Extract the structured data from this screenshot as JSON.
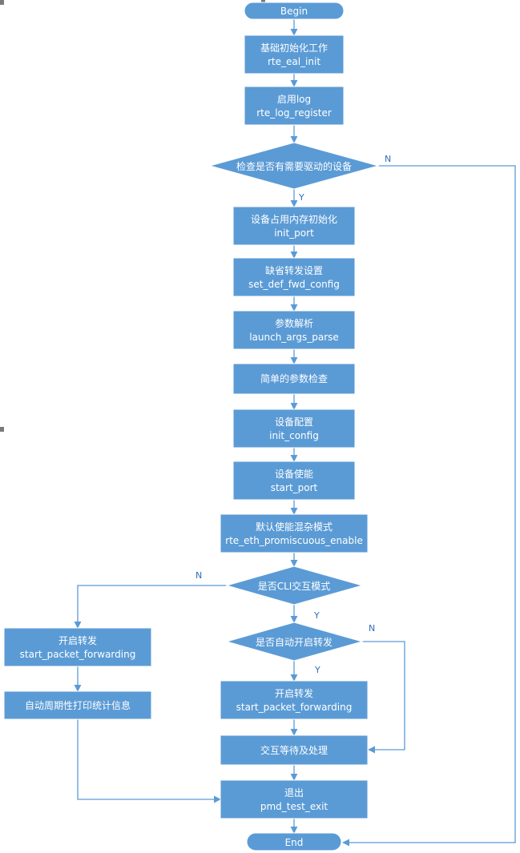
{
  "nodes": {
    "begin": {
      "lines": [
        "Begin"
      ]
    },
    "eal_init": {
      "lines": [
        "基础初始化工作",
        "rte_eal_init"
      ]
    },
    "log": {
      "lines": [
        "启用log",
        "rte_log_register"
      ]
    },
    "check_devices": {
      "lines": [
        "检查是否有需要驱动的设备"
      ]
    },
    "init_port": {
      "lines": [
        "设备占用内存初始化",
        "init_port"
      ]
    },
    "def_fwd": {
      "lines": [
        "缺省转发设置",
        "set_def_fwd_config"
      ]
    },
    "args_parse": {
      "lines": [
        "参数解析",
        "launch_args_parse"
      ]
    },
    "simple_check": {
      "lines": [
        "简单的参数检查"
      ]
    },
    "init_config": {
      "lines": [
        "设备配置",
        "init_config"
      ]
    },
    "start_port": {
      "lines": [
        "设备使能",
        "start_port"
      ]
    },
    "promisc": {
      "lines": [
        "默认使能混杂模式",
        "rte_eth_promiscuous_enable"
      ]
    },
    "cli_mode": {
      "lines": [
        "是否CLI交互模式"
      ]
    },
    "auto_start": {
      "lines": [
        "是否自动开启转发"
      ]
    },
    "left_forward": {
      "lines": [
        "开启转发",
        "start_packet_forwarding"
      ]
    },
    "auto_stats": {
      "lines": [
        "自动周期性打印统计信息"
      ]
    },
    "right_forward": {
      "lines": [
        "开启转发",
        "start_packet_forwarding"
      ]
    },
    "interactive": {
      "lines": [
        "交互等待及处理"
      ]
    },
    "exit": {
      "lines": [
        "退出",
        "pmd_test_exit"
      ]
    },
    "end": {
      "lines": [
        "End"
      ]
    }
  },
  "edge_labels": {
    "check_no": "N",
    "check_yes": "Y",
    "cli_no": "N",
    "cli_yes": "Y",
    "auto_no": "N",
    "auto_yes": "Y"
  },
  "colors": {
    "node_fill": "#5b9bd5",
    "node_text": "#ffffff",
    "edge": "#5b9bd5",
    "label": "#2e6fb8"
  }
}
